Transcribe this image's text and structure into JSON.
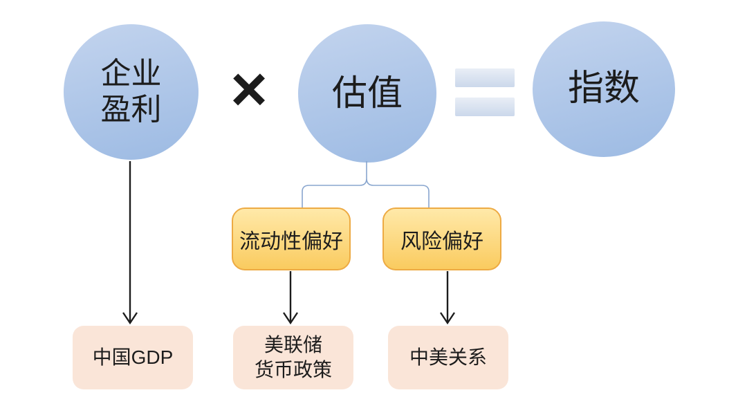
{
  "colors": {
    "background": "#FFFFFF",
    "text": "#1C1C1C",
    "circle_top": "#C3D4EE",
    "circle_bottom": "#9CBAE3",
    "equals_top": "#E9EEF6",
    "equals_bottom": "#CBD8EB",
    "factor_top": "#FFE9A9",
    "factor_bottom": "#FACB5F",
    "factor_border": "#EDAA43",
    "driver_fill": "#FAE5D8",
    "connector": "#88A5CE",
    "arrow": "#1C1C1C"
  },
  "equation": {
    "earnings": "企业\n盈利",
    "operator_multiply": "×",
    "valuation": "估值",
    "operator_equals": "=",
    "index": "指数"
  },
  "factors": [
    {
      "label": "流动性偏好"
    },
    {
      "label": "风险偏好"
    }
  ],
  "drivers": [
    {
      "label": "中国GDP"
    },
    {
      "label": "美联储\n货币政策"
    },
    {
      "label": "中美关系"
    }
  ]
}
